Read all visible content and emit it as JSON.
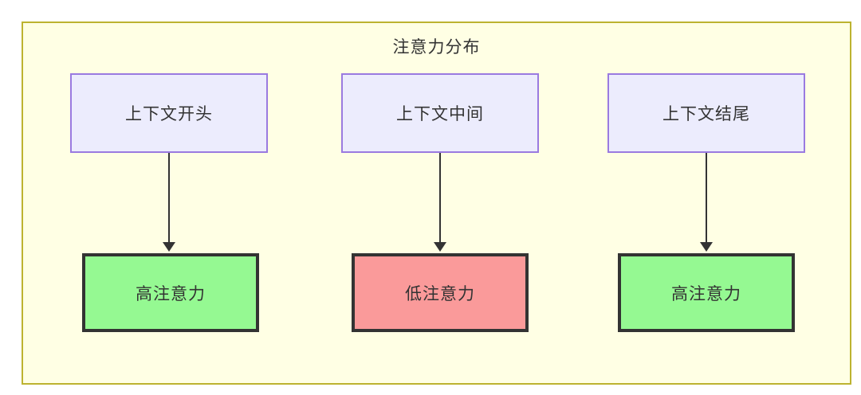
{
  "diagram": {
    "title": "注意力分布",
    "colors": {
      "container_bg": "#ffffe4",
      "container_border": "#bdb330",
      "context_bg": "#ececfd",
      "context_border": "#9a7ae0",
      "high_attention_bg": "#95f992",
      "low_attention_bg": "#fa9a9a",
      "node_border": "#333333",
      "edge": "#333333",
      "text": "#333333"
    },
    "context_nodes": [
      {
        "id": "context-start",
        "label": "上下文开头"
      },
      {
        "id": "context-middle",
        "label": "上下文中间"
      },
      {
        "id": "context-end",
        "label": "上下文结尾"
      }
    ],
    "attention_nodes": [
      {
        "id": "attention-high-start",
        "label": "高注意力",
        "level": "high"
      },
      {
        "id": "attention-low-middle",
        "label": "低注意力",
        "level": "low"
      },
      {
        "id": "attention-high-end",
        "label": "高注意力",
        "level": "high"
      }
    ],
    "edges": [
      {
        "from": "context-start",
        "to": "attention-high-start"
      },
      {
        "from": "context-middle",
        "to": "attention-low-middle"
      },
      {
        "from": "context-end",
        "to": "attention-high-end"
      }
    ]
  }
}
